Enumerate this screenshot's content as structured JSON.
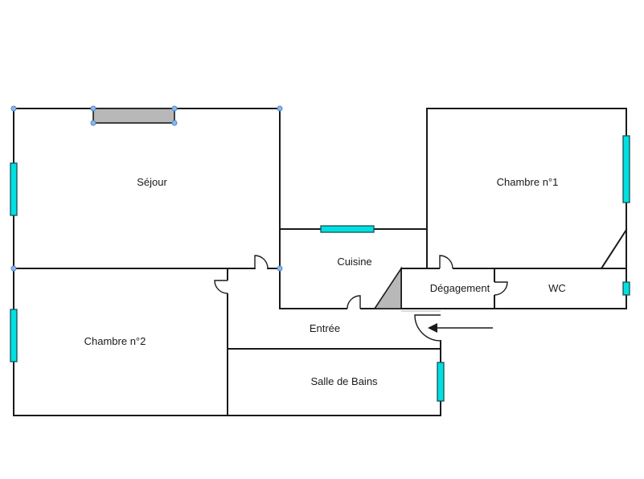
{
  "rooms": {
    "sejour": "Séjour",
    "chambre1": "Chambre n°1",
    "chambre2": "Chambre n°2",
    "cuisine": "Cuisine",
    "degagement": "Dégagement",
    "wc": "WC",
    "entree": "Entrée",
    "salle_de_bains": "Salle de Bains"
  },
  "colors": {
    "window": "#00e0e0",
    "wall": "#1a1a1a",
    "fireplace": "#b8b8b8",
    "selection_handle": "#8ab8ee"
  }
}
